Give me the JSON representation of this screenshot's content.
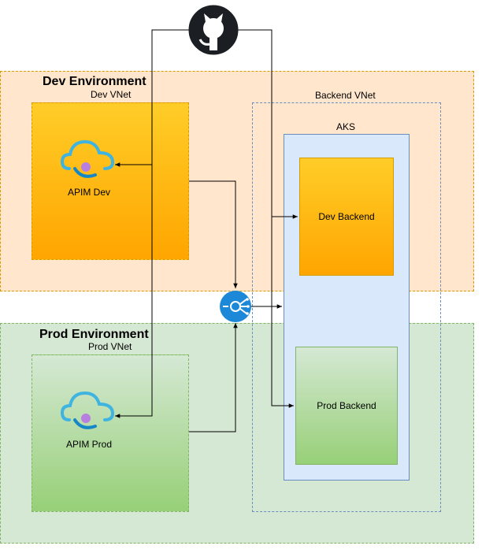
{
  "environments": {
    "dev": {
      "title": "Dev Environment",
      "vnet_label": "Dev VNet",
      "apim_label": "APIM Dev"
    },
    "prod": {
      "title": "Prod Environment",
      "vnet_label": "Prod VNet",
      "apim_label": "APIM Prod"
    }
  },
  "backend": {
    "vnet_label": "Backend VNet",
    "aks_label": "AKS",
    "dev_backend_label": "Dev Backend",
    "prod_backend_label": "Prod Backend"
  },
  "icons": {
    "source_control": "github-icon",
    "api_management": "apim-cloud-icon",
    "gateway": "load-balancer-icon"
  },
  "colors": {
    "dev_env_fill": "#ffe6cc",
    "prod_env_fill": "#d5e8d4",
    "aks_fill": "#dae8fc",
    "dev_accent": "#ffa500",
    "prod_accent": "#97d077",
    "lb_blue": "#1e88d8",
    "apim_purple": "#b77fe0"
  }
}
